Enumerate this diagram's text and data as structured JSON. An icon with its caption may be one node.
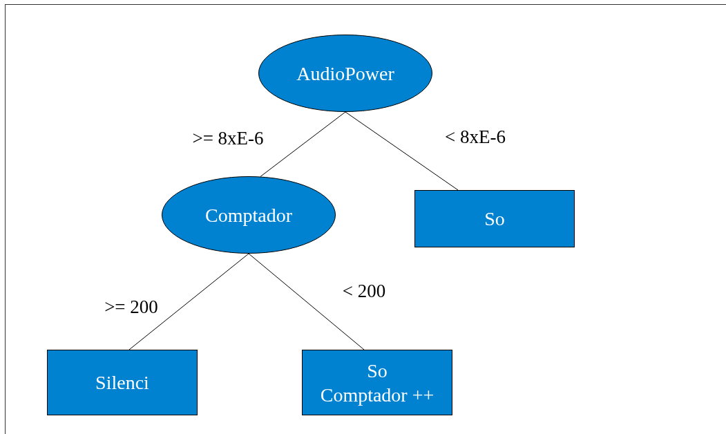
{
  "diagram": {
    "nodes": [
      {
        "text": [
          "AudioPower"
        ]
      },
      {
        "text": [
          "Comptador"
        ]
      },
      {
        "text": [
          "So"
        ]
      },
      {
        "text": [
          "Silenci"
        ]
      },
      {
        "text": [
          "So",
          "Comptador ++"
        ]
      }
    ],
    "edges": [
      {
        "from": 0,
        "to": 1,
        "arrow": "none",
        "label": ">= 8xE-6"
      },
      {
        "from": 0,
        "to": 2,
        "arrow": "none",
        "label": "< 8xE-6"
      },
      {
        "from": 1,
        "to": 3,
        "arrow": "none",
        "label": ">= 200"
      },
      {
        "from": 1,
        "to": 4,
        "arrow": "none",
        "label": "< 200"
      }
    ]
  }
}
